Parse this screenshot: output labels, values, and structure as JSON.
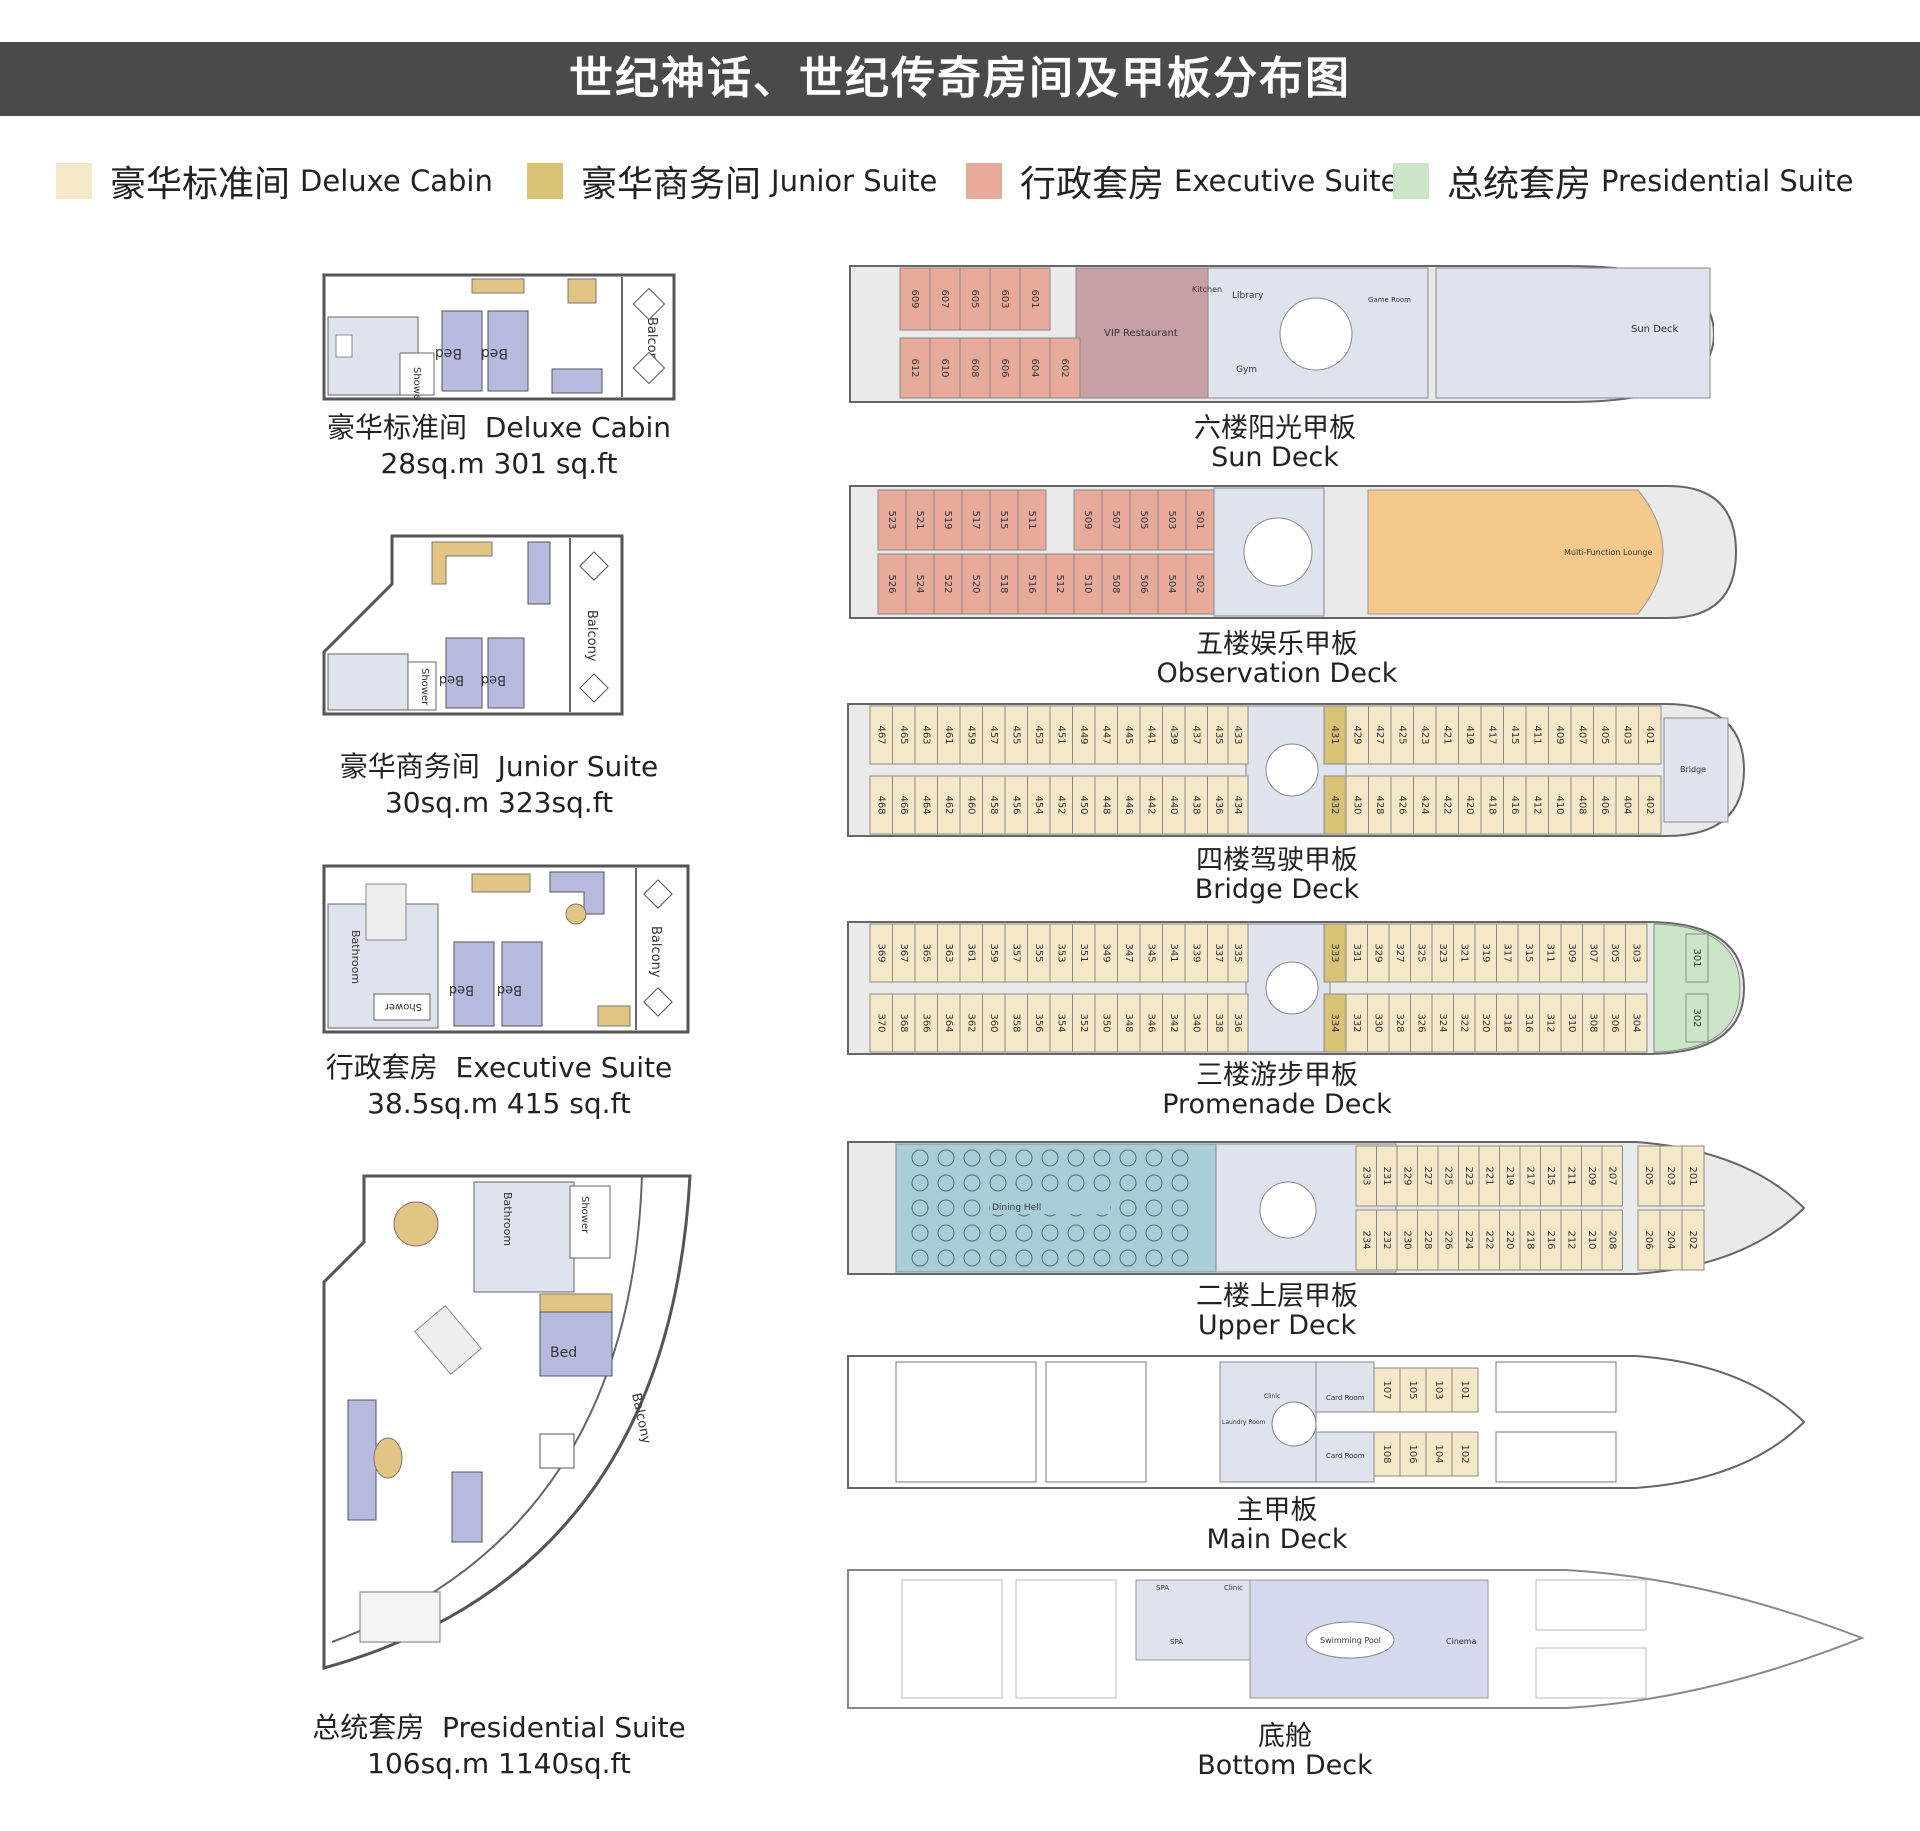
{
  "title": "世纪神话、世纪传奇房间及甲板分布图",
  "colors": {
    "deluxe": "#f4e8c8",
    "junior": "#d8c275",
    "executive": "#e8aa9a",
    "presidential": "#cbe6c7",
    "restaurant": "#c7a0a4",
    "lounge": "#f5c88c",
    "dining": "#a9cfd6",
    "public": "#dfe3ee",
    "hull": "#eaeaea"
  },
  "legend": [
    {
      "zh": "豪华标准间",
      "en": "Deluxe Cabin",
      "color": "#f4e8c8"
    },
    {
      "zh": "豪华商务间",
      "en": "Junior Suite",
      "color": "#d8c275"
    },
    {
      "zh": "行政套房",
      "en": "Executive Suite",
      "color": "#e8aa9a"
    },
    {
      "zh": "总统套房",
      "en": "Presidential Suite",
      "color": "#cbe6c7"
    }
  ],
  "cabins": [
    {
      "zh": "豪华标准间",
      "en": "Deluxe Cabin",
      "size": "28sq.m 301 sq.ft"
    },
    {
      "zh": "豪华商务间",
      "en": "Junior Suite",
      "size": "30sq.m 323sq.ft"
    },
    {
      "zh": "行政套房",
      "en": "Executive Suite",
      "size": "38.5sq.m  415 sq.ft"
    },
    {
      "zh": "总统套房",
      "en": "Presidential Suite",
      "size": "106sq.m  1140sq.ft"
    }
  ],
  "plan_labels": {
    "bed": "Bed",
    "shower": "Shower",
    "balcony": "Balcony",
    "bathroom": "Bathroom"
  },
  "decks": [
    {
      "zh": "六楼阳光甲板",
      "en": "Sun Deck"
    },
    {
      "zh": "五楼娱乐甲板",
      "en": "Observation Deck"
    },
    {
      "zh": "四楼驾驶甲板",
      "en": "Bridge Deck"
    },
    {
      "zh": "三楼游步甲板",
      "en": "Promenade Deck"
    },
    {
      "zh": "二楼上层甲板",
      "en": "Upper Deck"
    },
    {
      "zh": "主甲板",
      "en": "Main Deck"
    },
    {
      "zh": "底舱",
      "en": "Bottom Deck"
    }
  ],
  "deck_areas": {
    "sun": [
      "VIP Restaurant",
      "Kitchen",
      "Library",
      "Gym",
      "Sun Deck",
      "Game Room"
    ],
    "observation": [
      "Multi-Function Lounge"
    ],
    "bridge": [
      "Bridge"
    ],
    "upper": [
      "Dining Hell"
    ],
    "main": [
      "Card Room",
      "Laundry Room",
      "Clinic"
    ],
    "bottom": [
      "SPA",
      "Clinic",
      "Swimming Pool",
      "Cinema"
    ]
  },
  "rooms": {
    "sun_top": [
      "609",
      "607",
      "605",
      "603",
      "601"
    ],
    "sun_bot": [
      "612",
      "610",
      "608",
      "606",
      "604",
      "602"
    ],
    "obs_top_a": [
      "523",
      "521",
      "519",
      "517",
      "515",
      "511"
    ],
    "obs_top_b": [
      "509",
      "507",
      "505",
      "503",
      "501"
    ],
    "obs_bot": [
      "526",
      "524",
      "522",
      "520",
      "518",
      "516",
      "512",
      "510",
      "508",
      "506",
      "504",
      "502"
    ],
    "bridge_top_a": [
      "467",
      "465",
      "463",
      "461",
      "459",
      "457",
      "455",
      "453",
      "451",
      "449",
      "447",
      "445",
      "441",
      "439",
      "437",
      "435"
    ],
    "bridge_top_b": [
      "433"
    ],
    "bridge_top_j": [
      "431"
    ],
    "bridge_top_c": [
      "429",
      "427",
      "425",
      "423",
      "421",
      "419",
      "417",
      "415",
      "411",
      "409",
      "407",
      "405",
      "403",
      "401"
    ],
    "bridge_bot_a": [
      "468",
      "466",
      "464",
      "462",
      "460",
      "458",
      "456",
      "454",
      "452",
      "450",
      "448",
      "446",
      "442",
      "440",
      "438",
      "436"
    ],
    "bridge_bot_b": [
      "434"
    ],
    "bridge_bot_j": [
      "432"
    ],
    "bridge_bot_c": [
      "430",
      "428",
      "426",
      "424",
      "422",
      "420",
      "418",
      "416",
      "412",
      "410",
      "408",
      "406",
      "404",
      "402"
    ],
    "prom_top_a": [
      "369",
      "367",
      "365",
      "363",
      "361",
      "359",
      "357",
      "355",
      "353",
      "351",
      "349",
      "347",
      "345",
      "341",
      "339",
      "337"
    ],
    "prom_top_b": [
      "335"
    ],
    "prom_top_j": [
      "333"
    ],
    "prom_top_c": [
      "331",
      "329",
      "327",
      "325",
      "323",
      "321",
      "319",
      "317",
      "315",
      "311",
      "309",
      "307",
      "305",
      "303"
    ],
    "prom_top_p": [
      "301"
    ],
    "prom_bot_a": [
      "370",
      "368",
      "366",
      "364",
      "362",
      "360",
      "358",
      "356",
      "354",
      "352",
      "350",
      "348",
      "346",
      "342",
      "340",
      "338"
    ],
    "prom_bot_b": [
      "336"
    ],
    "prom_bot_j": [
      "334"
    ],
    "prom_bot_c": [
      "332",
      "330",
      "328",
      "326",
      "324",
      "322",
      "320",
      "318",
      "316",
      "312",
      "310",
      "308",
      "306",
      "304"
    ],
    "prom_bot_p": [
      "302"
    ],
    "upper_top": [
      "233",
      "231",
      "229",
      "227",
      "225",
      "223",
      "221",
      "219",
      "217",
      "215",
      "211",
      "209",
      "207"
    ],
    "upper_top_b": [
      "205",
      "203",
      "201"
    ],
    "upper_bot": [
      "234",
      "232",
      "230",
      "228",
      "226",
      "224",
      "222",
      "220",
      "218",
      "216",
      "212",
      "210",
      "208"
    ],
    "upper_bot_b": [
      "206",
      "204",
      "202"
    ],
    "main_top": [
      "107",
      "105",
      "103",
      "101"
    ],
    "main_bot": [
      "108",
      "106",
      "104",
      "102"
    ]
  }
}
